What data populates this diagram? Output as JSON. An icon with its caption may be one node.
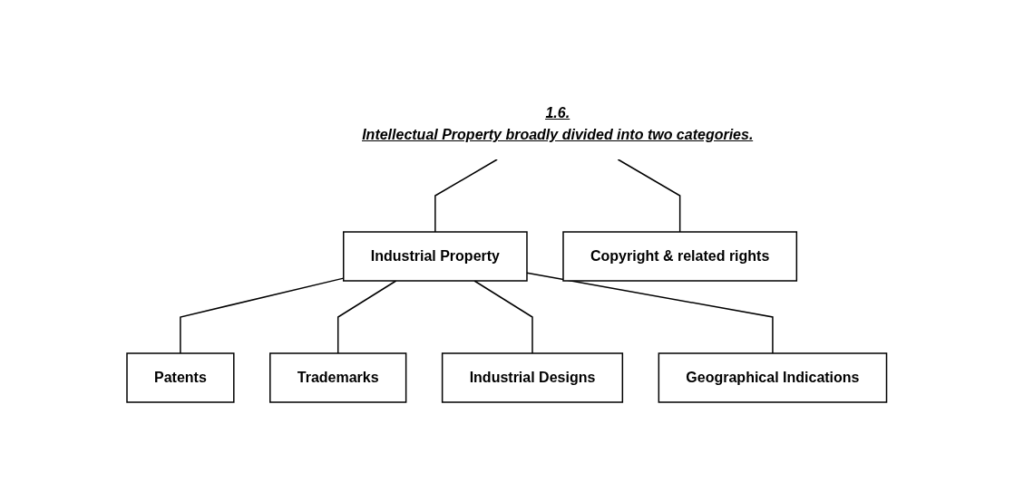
{
  "diagram": {
    "nodes": [
      {
        "text": [
          "1.6.",
          "Intellectual Property broadly divided into two categories."
        ]
      },
      {
        "text": [
          "Industrial Property"
        ]
      },
      {
        "text": [
          "Copyright & related rights"
        ]
      },
      {
        "text": [
          "Patents"
        ]
      },
      {
        "text": [
          "Trademarks"
        ]
      },
      {
        "text": [
          "Industrial Designs"
        ]
      },
      {
        "text": [
          "Geographical Indications"
        ]
      }
    ],
    "edges": [
      {
        "from": 0,
        "to": 1,
        "arrow": "none"
      },
      {
        "from": 0,
        "to": 2,
        "arrow": "none"
      },
      {
        "from": 1,
        "to": 3,
        "arrow": "none"
      },
      {
        "from": 1,
        "to": 4,
        "arrow": "none"
      },
      {
        "from": 1,
        "to": 5,
        "arrow": "none"
      },
      {
        "from": 1,
        "to": 6,
        "arrow": "none"
      }
    ]
  }
}
